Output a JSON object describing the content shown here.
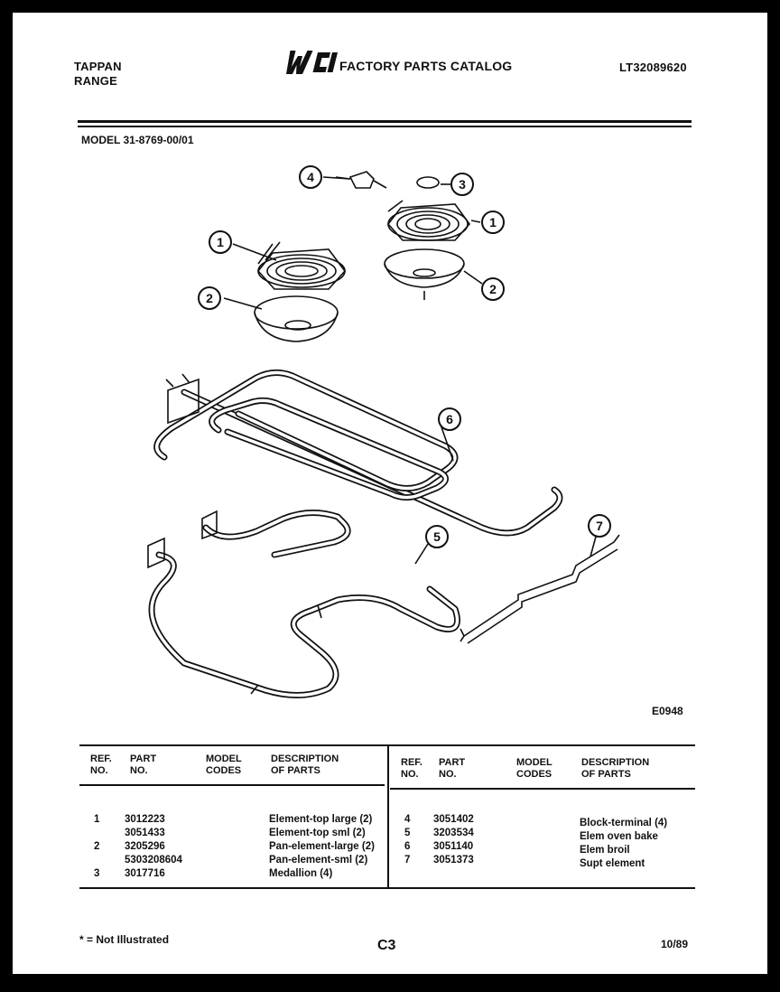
{
  "header": {
    "brand_line1": "TAPPAN",
    "brand_line2": "RANGE",
    "catalog_title": "FACTORY PARTS CATALOG",
    "catalog_number": "LT32089620",
    "logo_text": "WCI",
    "model_label": "MODEL 31-8769-00/01"
  },
  "diagram": {
    "code": "E0948",
    "callouts": [
      "1",
      "2",
      "3",
      "4",
      "1",
      "2",
      "6",
      "5",
      "7"
    ]
  },
  "table": {
    "left_headers": {
      "ref": "REF.\nNO.",
      "part": "PART\nNO.",
      "codes": "MODEL\nCODES",
      "desc": "DESCRIPTION\nOF PARTS"
    },
    "right_headers": {
      "ref": "REF.\nNO.",
      "part": "PART\nNO.",
      "codes": "MODEL\nCODES",
      "desc": "DESCRIPTION\nOF PARTS"
    },
    "left_rows": [
      {
        "ref": "1",
        "part": "3012223",
        "desc": "Element-top large (2)"
      },
      {
        "ref": "",
        "part": "3051433",
        "desc": "Element-top sml (2)"
      },
      {
        "ref": "2",
        "part": "3205296",
        "desc": "Pan-element-large (2)"
      },
      {
        "ref": "",
        "part": "5303208604",
        "desc": "Pan-element-sml (2)"
      },
      {
        "ref": "3",
        "part": "3017716",
        "desc": "Medallion (4)"
      }
    ],
    "right_rows": [
      {
        "ref": "4",
        "part": "3051402",
        "desc": "Block-terminal (4)"
      },
      {
        "ref": "5",
        "part": "3203534",
        "desc": "Elem oven bake"
      },
      {
        "ref": "6",
        "part": "3051140",
        "desc": "Elem broil"
      },
      {
        "ref": "7",
        "part": "3051373",
        "desc": "Supt element"
      }
    ]
  },
  "footer": {
    "footnote": "* = Not Illustrated",
    "page_code": "C3",
    "date_code": "10/89"
  }
}
